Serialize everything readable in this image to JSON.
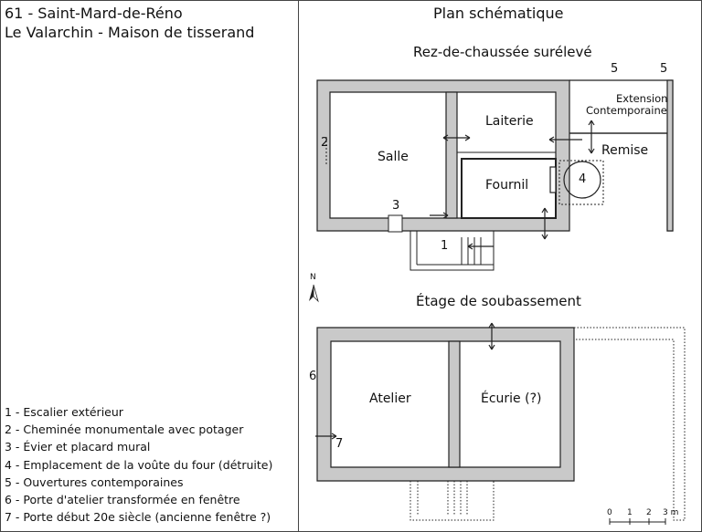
{
  "header": {
    "line1": "61 - Saint-Mard-de-Réno",
    "line2": "Le Valarchin - Maison de tisserand"
  },
  "plan_title": "Plan schématique",
  "upper_floor": {
    "title": "Rez-de-chaussée surélevé",
    "rooms": {
      "salle": "Salle",
      "laiterie": "Laiterie",
      "fournil": "Fournil",
      "remise": "Remise",
      "extension": [
        "Extension",
        "Contemporaine"
      ]
    },
    "markers": [
      "1",
      "2",
      "3",
      "4",
      "5",
      "5"
    ]
  },
  "lower_floor": {
    "title": "Étage de soubassement",
    "rooms": {
      "atelier": "Atelier",
      "ecurie": "Écurie (?)"
    },
    "markers": [
      "6",
      "7"
    ]
  },
  "north_label": "N",
  "scale": {
    "ticks": [
      "0",
      "1",
      "2",
      "3 m"
    ]
  },
  "legend": [
    "1 - Escalier extérieur",
    "2 - Cheminée monumentale avec potager",
    "3 - Évier et placard mural",
    "4 - Emplacement de la voûte du four (détruite)",
    "5 - Ouvertures contemporaines",
    "6 - Porte d'atelier transformée en fenêtre",
    "7 - Porte début 20e siècle (ancienne fenêtre ?)"
  ]
}
